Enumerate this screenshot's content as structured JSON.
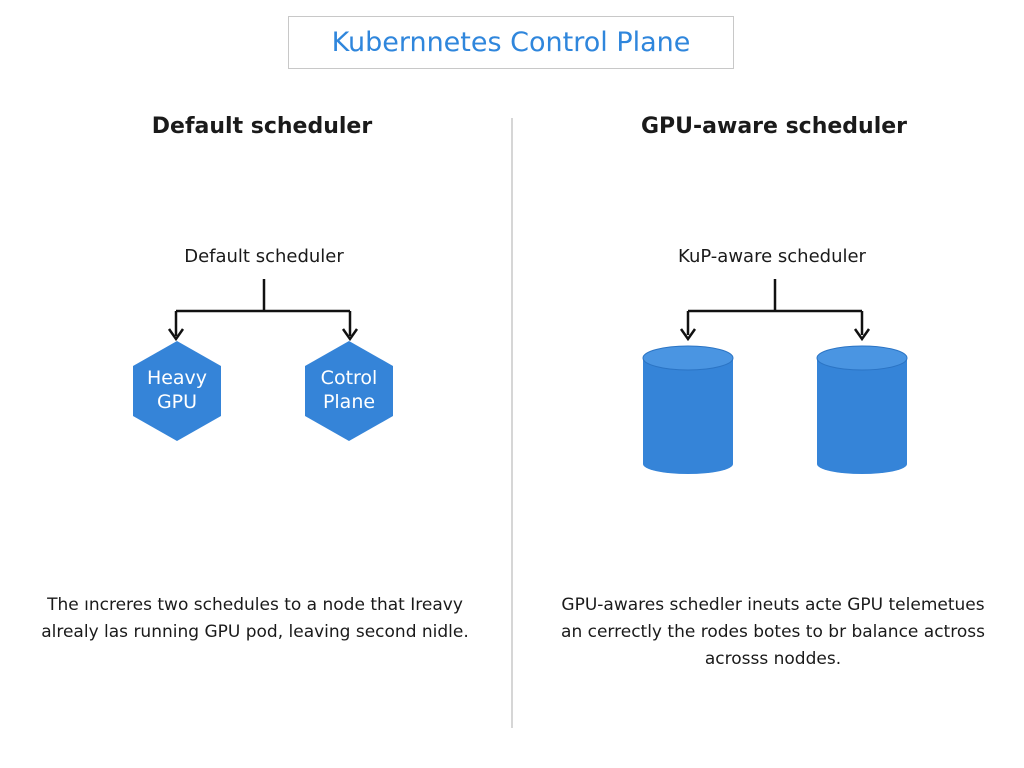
{
  "title": "Kubernnetes Control Plane",
  "left_panel": {
    "heading": "Default scheduler",
    "scheduler_label": "Default scheduler",
    "nodes": [
      {
        "line1": "Heavy",
        "line2": "GPU"
      },
      {
        "line1": "Cotrol",
        "line2": "Plane"
      }
    ],
    "caption_line1": "The ıncreres two schedules to a node that Ireavy",
    "caption_line2": "alrealy las running GPU pod, leaving second nidle."
  },
  "right_panel": {
    "heading": "GPU-aware scheduler",
    "scheduler_label": "KuP-aware scheduler",
    "caption_line1": "GPU-awares schedler ineuts acte GPU telemetues",
    "caption_line2": "an cerrectly the rodes botes to br balance actross",
    "caption_line3": "acrosss noddes."
  },
  "colors": {
    "accent": "#2f86dc",
    "node_fill": "#3584d8",
    "line": "#111111",
    "divider": "#d6d6d6"
  }
}
